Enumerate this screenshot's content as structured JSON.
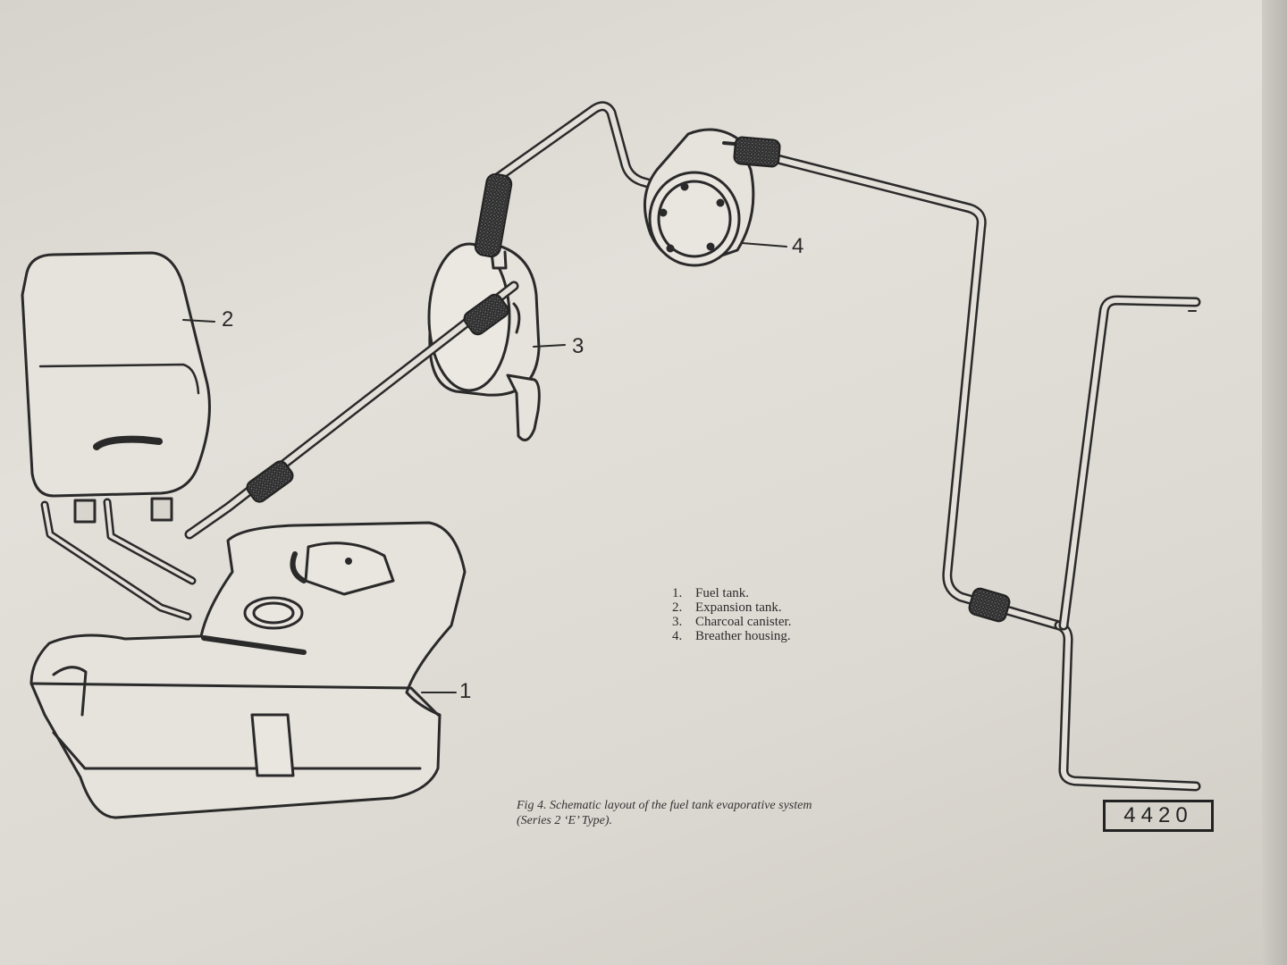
{
  "callouts": [
    {
      "number": "1",
      "part": "Fuel tank."
    },
    {
      "number": "2",
      "part": "Expansion tank."
    },
    {
      "number": "3",
      "part": "Charcoal canister."
    },
    {
      "number": "4",
      "part": "Breather housing."
    }
  ],
  "legend": [
    {
      "num": "1.",
      "text": "Fuel tank."
    },
    {
      "num": "2.",
      "text": "Expansion tank."
    },
    {
      "num": "3.",
      "text": "Charcoal canister."
    },
    {
      "num": "4.",
      "text": "Breather housing."
    }
  ],
  "caption": {
    "line1": "Fig 4. Schematic layout of the fuel tank evaporative system",
    "line2": "(Series 2 ‘E’ Type)."
  },
  "figure_number": "4420"
}
